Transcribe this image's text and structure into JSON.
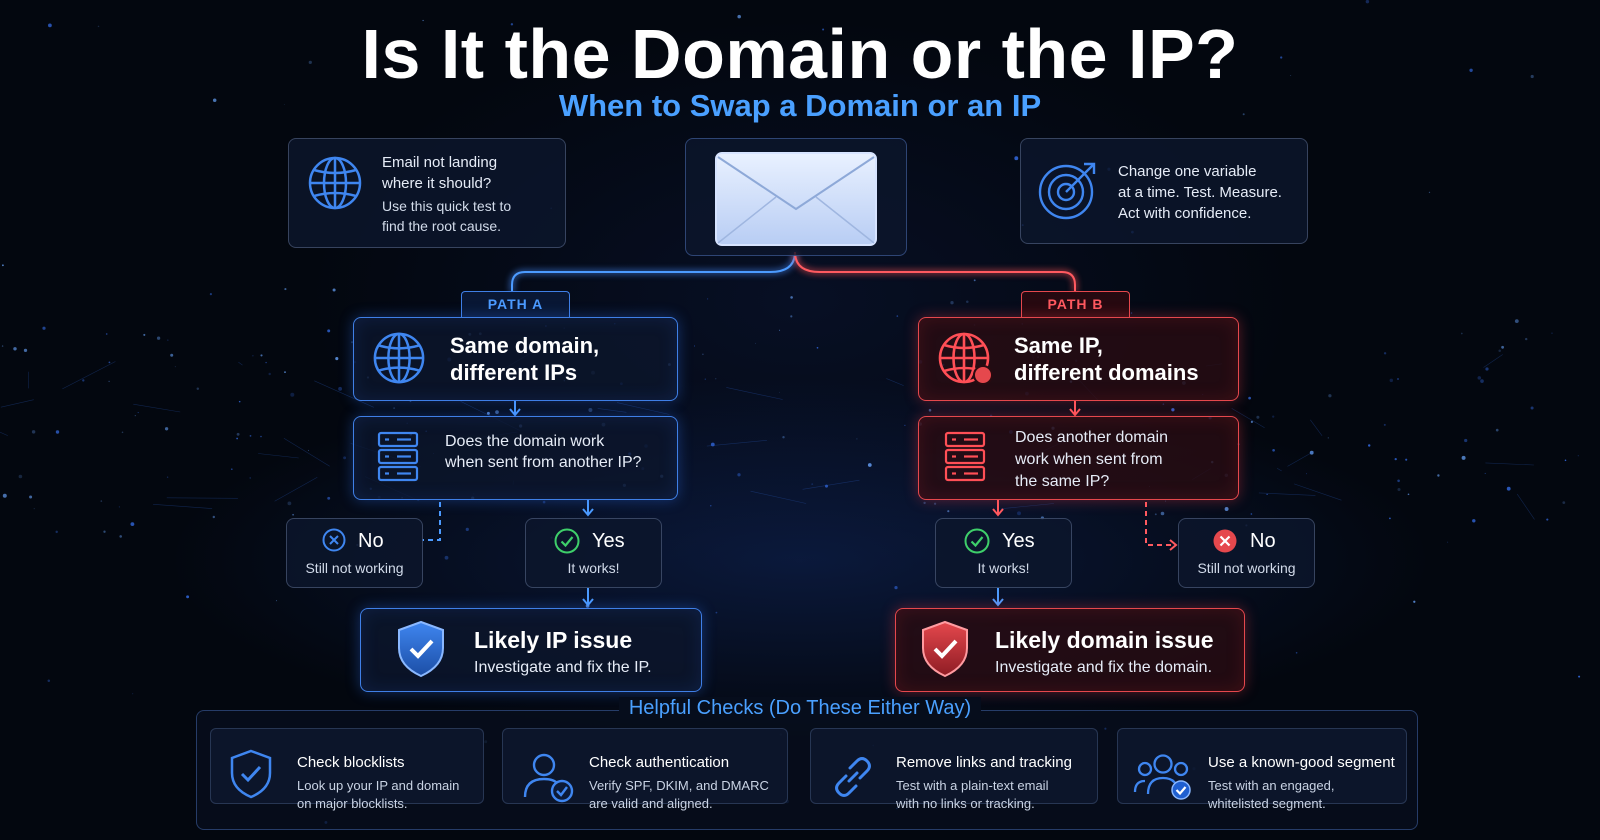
{
  "title": "Is It the Domain or the IP?",
  "subtitle": "When to Swap a Domain or an IP",
  "intro_left": {
    "line1": "Email not landing",
    "line2": "where it should?",
    "line3": "Use this quick test to",
    "line4": "find the root cause."
  },
  "intro_right": {
    "line1": "Change one variable",
    "line2": "at a time. Test. Measure.",
    "line3": "Act with confidence."
  },
  "path_a": {
    "tag": "PATH A",
    "heading_line1": "Same domain,",
    "heading_line2": "different IPs",
    "question_line1": "Does the domain work",
    "question_line2": "when sent from another IP?",
    "no_label": "No",
    "no_sub": "Still not working",
    "yes_label": "Yes",
    "yes_sub": "It works!",
    "result_title": "Likely IP issue",
    "result_sub": "Investigate and fix the IP."
  },
  "path_b": {
    "tag": "PATH B",
    "heading_line1": "Same IP,",
    "heading_line2": "different domains",
    "question_line1": "Does another domain",
    "question_line2": "work when sent from",
    "question_line3": "the same IP?",
    "yes_label": "Yes",
    "yes_sub": "It works!",
    "no_label": "No",
    "no_sub": "Still not working",
    "result_title": "Likely domain issue",
    "result_sub": "Investigate and fix the domain."
  },
  "checks": {
    "heading": "Helpful Checks (Do These Either Way)",
    "items": [
      {
        "title": "Check blocklists",
        "desc1": "Look up your IP and domain",
        "desc2": "on major blocklists.",
        "icon": "shield-check-icon"
      },
      {
        "title": "Check authentication",
        "desc1": "Verify SPF, DKIM, and DMARC",
        "desc2": "are valid and aligned.",
        "icon": "user-check-icon"
      },
      {
        "title": "Remove links and tracking",
        "desc1": "Test with a plain-text email",
        "desc2": "with no links or tracking.",
        "icon": "link-icon"
      },
      {
        "title": "Use a known-good segment",
        "desc1": "Test with an engaged,",
        "desc2": "whitelisted segment.",
        "icon": "users-check-icon"
      }
    ]
  },
  "colors": {
    "blue": "#3f7fe6",
    "red": "#e5484d",
    "accent": "#4aa0ff",
    "background": "#03070f"
  }
}
